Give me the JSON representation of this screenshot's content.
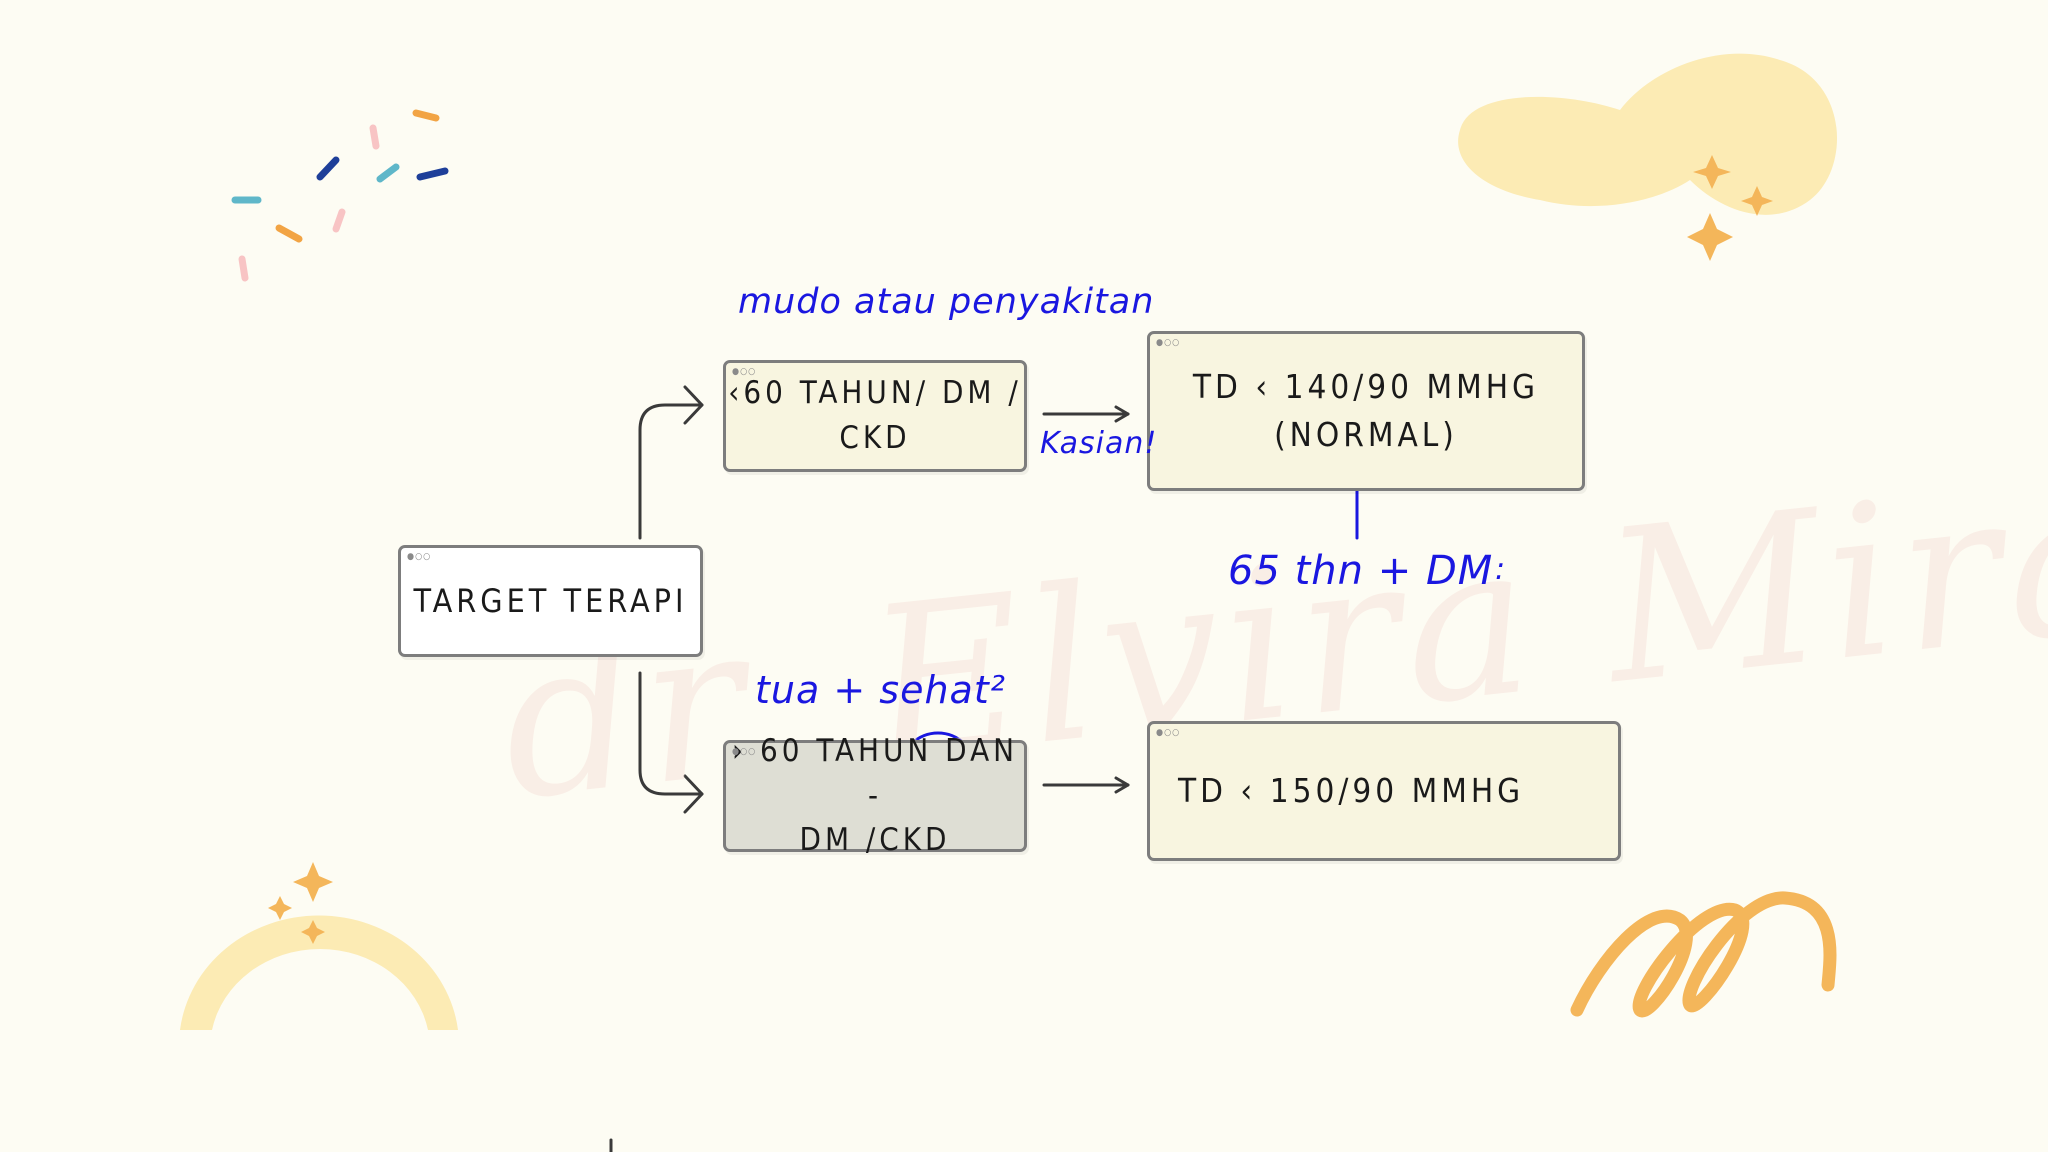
{
  "diagram": {
    "root": {
      "label": "TARGET TERAPI"
    },
    "branches": [
      {
        "condition": "‹60 TAHUN/ DM /\nCKD",
        "annotation": "mudo atau penyakitan",
        "arrow_note": "Kasian!",
        "result": "TD ‹ 140/90 MMHG\n(NORMAL)"
      },
      {
        "condition": "› 60 TAHUN DAN -\nDM /CKD",
        "annotation": "tua + sehat²",
        "result": "TD ‹ 150/90 MMHG"
      }
    ],
    "side_note": "65 thn  + DM",
    "side_note_suffix": ":",
    "window_dots": "●○○"
  },
  "watermark": "dr. Elvira Miranda",
  "colors": {
    "background": "#fdfcf3",
    "ink": "#1a17e0",
    "box_border": "#7d7d7d",
    "box_fill": "#f8f5e0",
    "box_fill_grey": "#deded4",
    "accent_orange": "#f2a444",
    "accent_yellow": "#fbe7a8"
  }
}
